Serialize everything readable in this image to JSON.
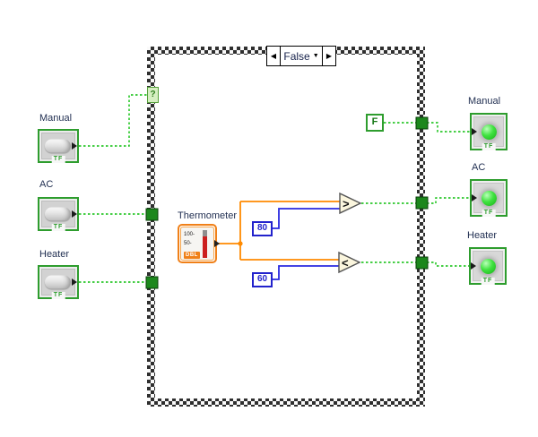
{
  "case_structure": {
    "selector": {
      "value": "False",
      "prev_arrow": "◀",
      "next_arrow": "▶",
      "dropdown_arrow": "▼"
    },
    "selector_terminal": "?"
  },
  "controls": [
    {
      "label": "Manual",
      "boolean_text": "TF"
    },
    {
      "label": "AC",
      "boolean_text": "TF"
    },
    {
      "label": "Heater",
      "boolean_text": "TF"
    }
  ],
  "indicators": [
    {
      "label": "Manual",
      "boolean_text": "TF"
    },
    {
      "label": "AC",
      "boolean_text": "TF"
    },
    {
      "label": "Heater",
      "boolean_text": "TF"
    }
  ],
  "diagram": {
    "thermometer": {
      "label": "Thermometer",
      "type_tag": "DBL",
      "scale_marks": [
        "100-",
        "50-"
      ]
    },
    "numeric_constants": [
      {
        "value": "80"
      },
      {
        "value": "60"
      }
    ],
    "boolean_constant": {
      "value": "F"
    },
    "comparators": [
      {
        "symbol": ">"
      },
      {
        "symbol": "<"
      }
    ]
  },
  "colors": {
    "boolean_wire_green": "#09BE09",
    "numeric_wire_orange": "#FF8A00",
    "integer_wire_blue": "#2A2AE0",
    "boolean_border_green": "#2E9D2E",
    "thermometer_orange": "#F08018",
    "constant_blue": "#2222CC",
    "tunnel_green": "#1C871C",
    "coercion_dot_red": "#E00000",
    "label_text": "#1F2D50"
  }
}
